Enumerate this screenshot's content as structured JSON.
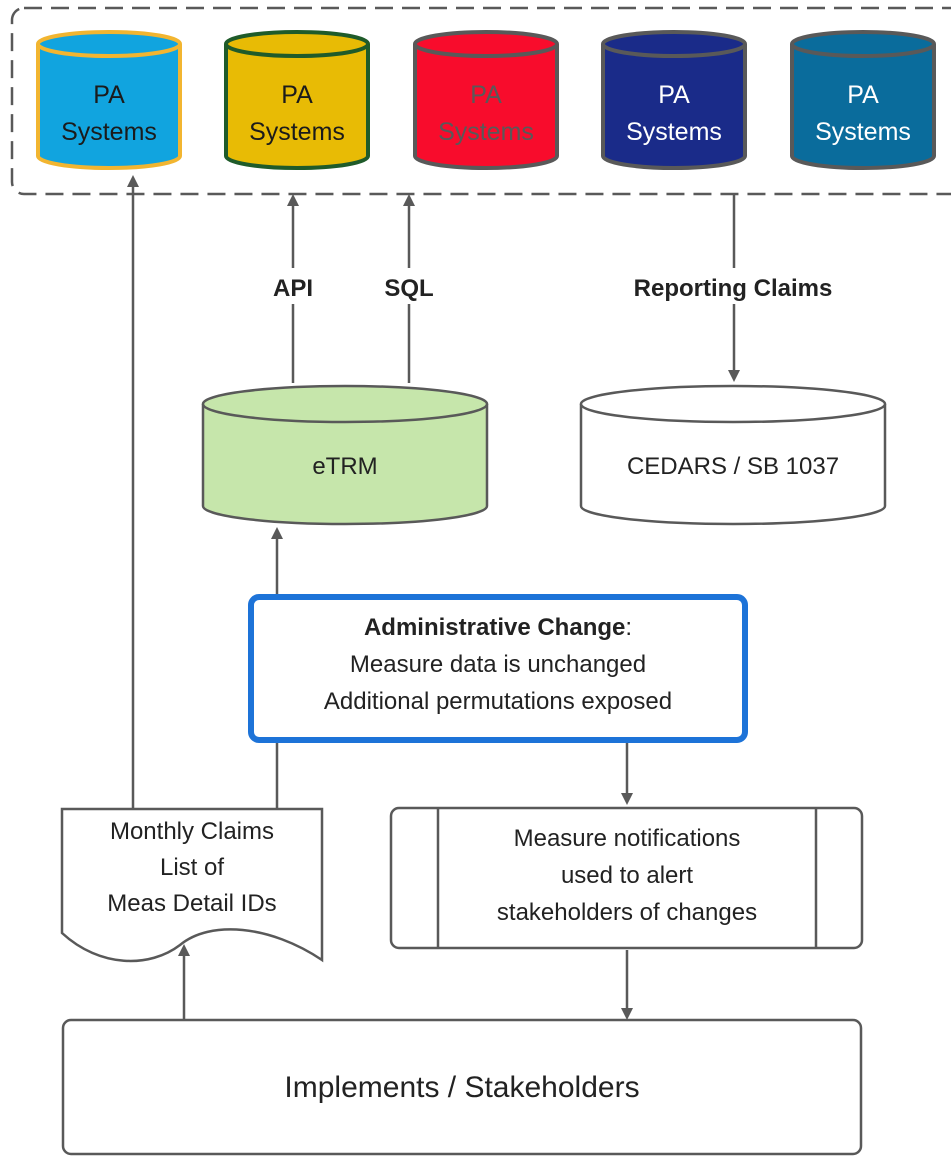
{
  "colors": {
    "stroke": "#595959",
    "text": "#222222",
    "pa_cylinders": [
      {
        "fill": "#11a4df",
        "border": "#f2b530",
        "text": "#1b1b1b"
      },
      {
        "fill": "#e8bb05",
        "border": "#1f5b2a",
        "text": "#1b1b1b"
      },
      {
        "fill": "#f80c2c",
        "border": "#595959",
        "text": "#595959"
      },
      {
        "fill": "#1a2b89",
        "border": "#595959",
        "text": "#ffffff"
      },
      {
        "fill": "#0a6c9c",
        "border": "#595959",
        "text": "#ffffff"
      }
    ],
    "etrm_fill": "#c6e6ab",
    "admin_border": "#1d73d8"
  },
  "pa_systems": [
    {
      "line1": "PA",
      "line2": "Systems"
    },
    {
      "line1": "PA",
      "line2": "Systems"
    },
    {
      "line1": "PA",
      "line2": "Systems"
    },
    {
      "line1": "PA",
      "line2": "Systems"
    },
    {
      "line1": "PA",
      "line2": "Systems"
    }
  ],
  "edge_labels": {
    "api": "API",
    "sql": "SQL",
    "reporting_claims": "Reporting Claims"
  },
  "databases": {
    "etrm": "eTRM",
    "cedars": "CEDARS / SB 1037"
  },
  "admin_change": {
    "title": "Administrative Change",
    "title_suffix": ":",
    "line2": "Measure data is unchanged",
    "line3": "Additional permutations exposed"
  },
  "monthly_claims": {
    "line1": "Monthly Claims",
    "line2": "List of",
    "line3": "Meas Detail IDs"
  },
  "notifications": {
    "line1": "Measure notifications",
    "line2": "used to alert",
    "line3": "stakeholders of changes"
  },
  "implements": {
    "label": "Implements / Stakeholders"
  }
}
